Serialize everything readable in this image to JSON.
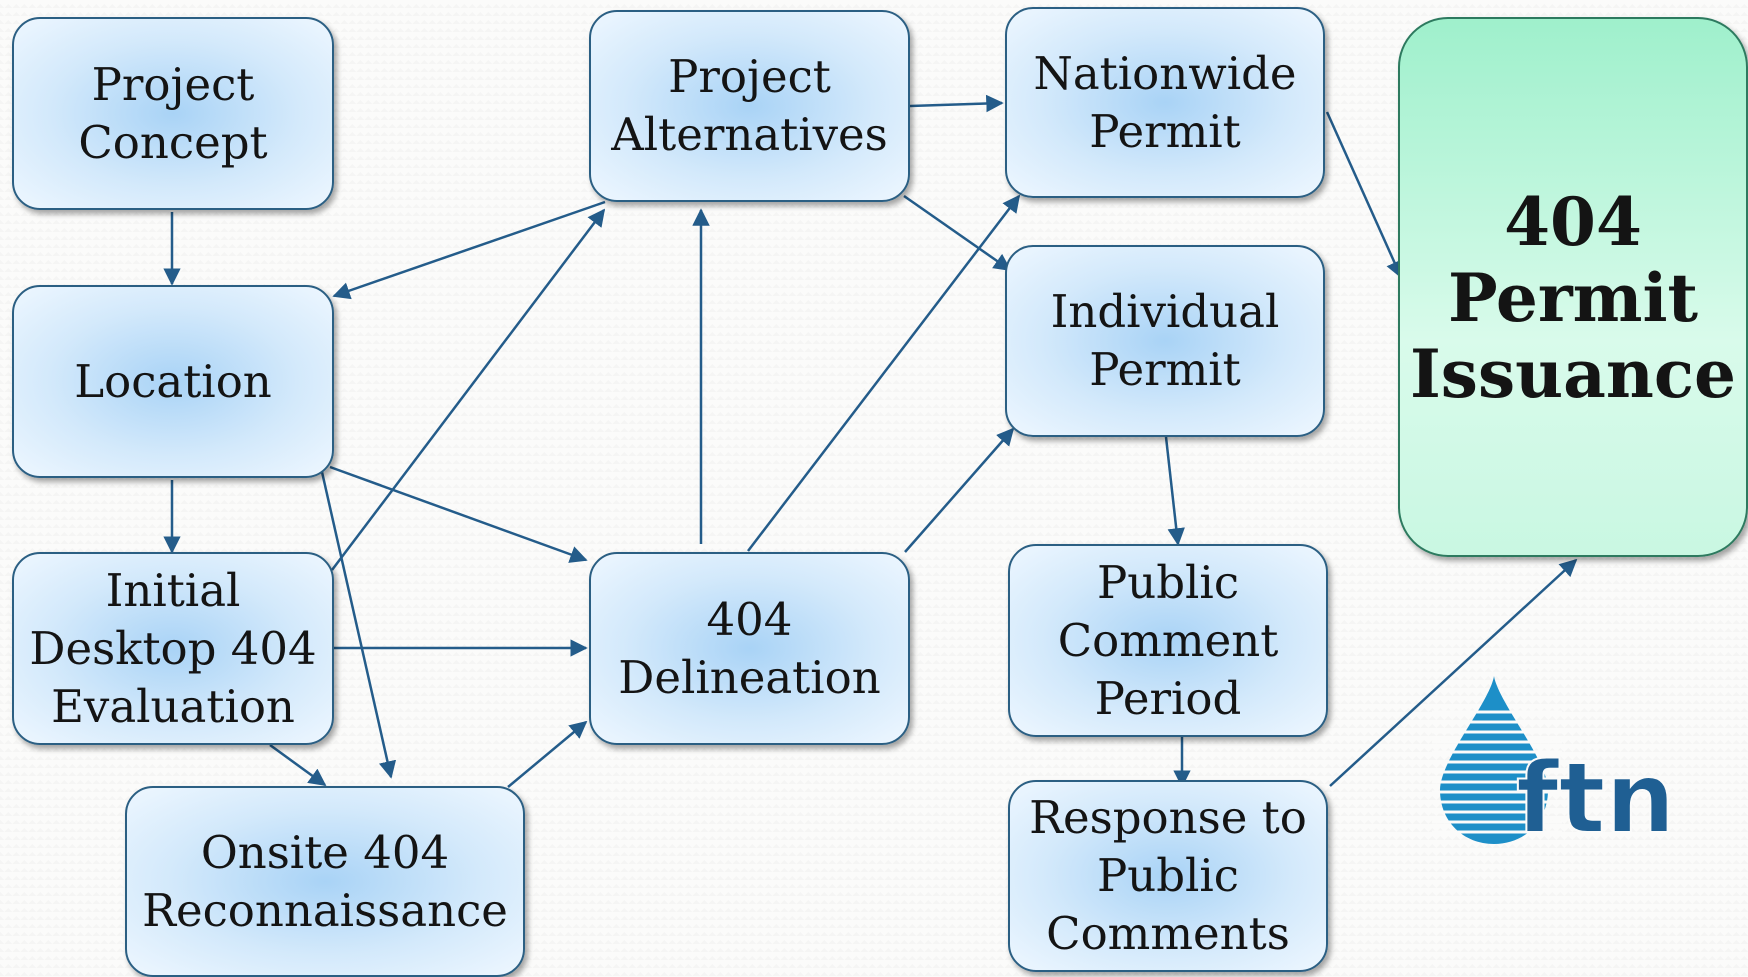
{
  "nodes": {
    "project_concept": "Project\nConcept",
    "location": "Location",
    "initial_desktop": "Initial\nDesktop 404\nEvaluation",
    "onsite_recon": "Onsite 404\nReconnaissance",
    "project_alternatives": "Project\nAlternatives",
    "delineation": "404\nDelineation",
    "nationwide_permit": "Nationwide\nPermit",
    "individual_permit": "Individual\nPermit",
    "public_comment": "Public\nComment\nPeriod",
    "response_comments": "Response to\nPublic\nComments",
    "permit_issuance": "404\nPermit\nIssuance"
  },
  "edges": [
    {
      "from": "project_concept",
      "to": "location"
    },
    {
      "from": "location",
      "to": "initial_desktop"
    },
    {
      "from": "location",
      "to": "delineation"
    },
    {
      "from": "location",
      "to": "onsite_recon"
    },
    {
      "from": "project_alternatives",
      "to": "location"
    },
    {
      "from": "initial_desktop",
      "to": "project_alternatives"
    },
    {
      "from": "initial_desktop",
      "to": "delineation"
    },
    {
      "from": "initial_desktop",
      "to": "onsite_recon"
    },
    {
      "from": "onsite_recon",
      "to": "delineation"
    },
    {
      "from": "delineation",
      "to": "project_alternatives"
    },
    {
      "from": "delineation",
      "to": "nationwide_permit"
    },
    {
      "from": "delineation",
      "to": "individual_permit"
    },
    {
      "from": "project_alternatives",
      "to": "nationwide_permit"
    },
    {
      "from": "project_alternatives",
      "to": "individual_permit"
    },
    {
      "from": "nationwide_permit",
      "to": "permit_issuance"
    },
    {
      "from": "individual_permit",
      "to": "public_comment"
    },
    {
      "from": "public_comment",
      "to": "response_comments"
    },
    {
      "from": "response_comments",
      "to": "permit_issuance"
    }
  ],
  "logo": {
    "text": "ftn",
    "color": "#1d8fc8",
    "text_color": "#1f5f93"
  },
  "colors": {
    "edge": "#245c8a",
    "node_border": "#2b5f83",
    "final_fill": "#b6f3d8"
  }
}
